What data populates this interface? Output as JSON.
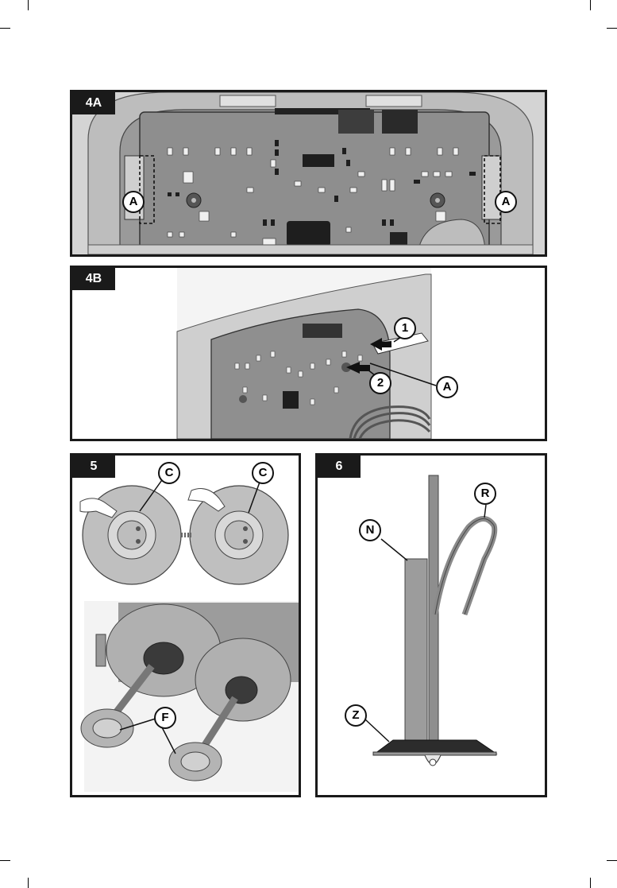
{
  "panels": {
    "p4a": {
      "label": "4A",
      "callouts": [
        "A",
        "A"
      ]
    },
    "p4b": {
      "label": "4B",
      "callouts": [
        "1",
        "2",
        "A"
      ]
    },
    "p5": {
      "label": "5",
      "callouts": [
        "C",
        "C",
        "F"
      ]
    },
    "p6": {
      "label": "6",
      "callouts": [
        "N",
        "R",
        "Z"
      ]
    }
  }
}
